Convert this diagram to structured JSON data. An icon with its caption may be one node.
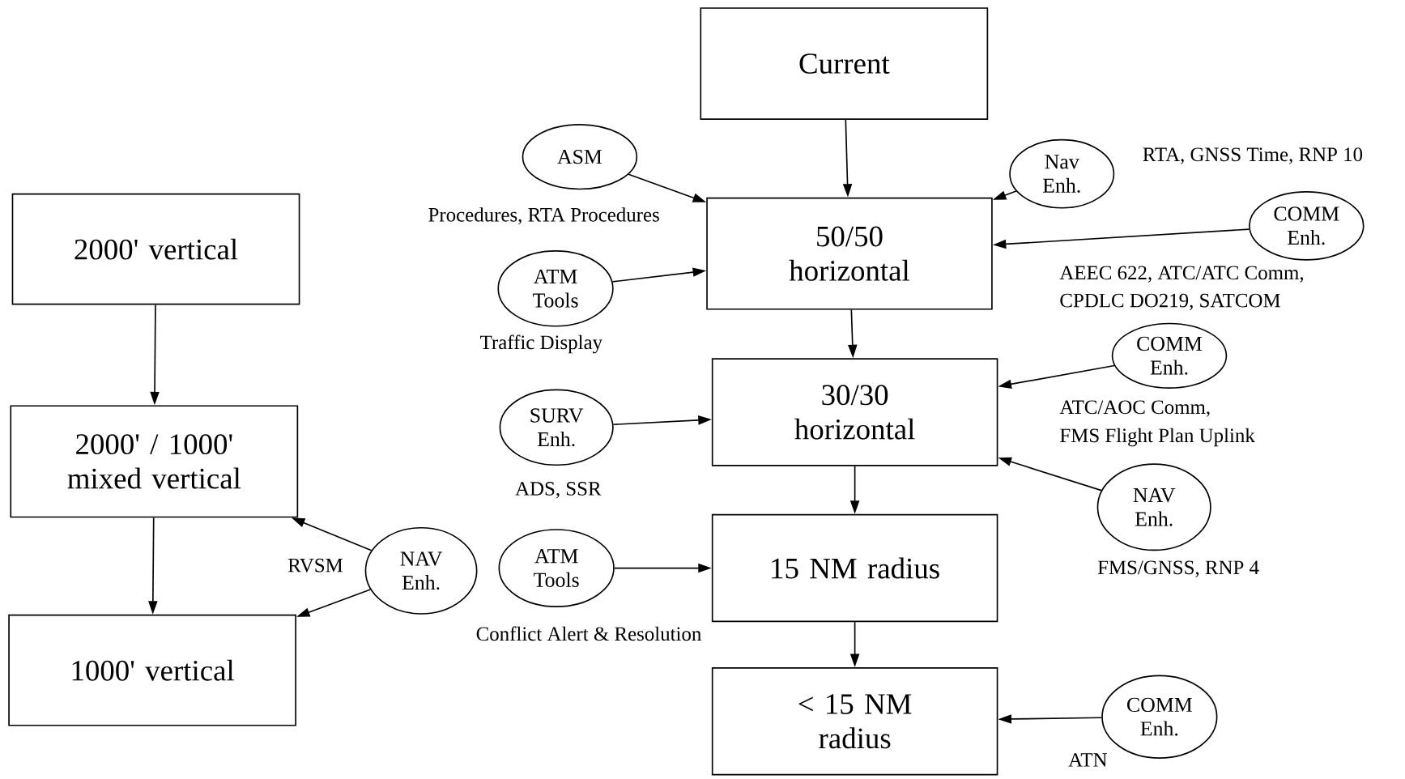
{
  "diagram": {
    "nodes": [
      {
        "text": [
          "Current"
        ]
      },
      {
        "text": [
          "ASM"
        ],
        "beside": [
          "Procedures, RTA Procedures"
        ]
      },
      {
        "text": [
          "50/50 horizontal"
        ]
      },
      {
        "text": [
          "Nav Enh."
        ],
        "beside": [
          "RTA, GNSS Time, RNP 10"
        ]
      },
      {
        "text": [
          "COMM Enh."
        ],
        "beside": [
          "AEEC 622, ATC/ATC Comm,",
          "CPDLC DO219, SATCOM"
        ]
      },
      {
        "text": [
          "ATM Tools"
        ],
        "beside": [
          "Traffic Display"
        ]
      },
      {
        "text": [
          "30/30 horizontal"
        ]
      },
      {
        "text": [
          "COMM Enh."
        ],
        "beside": [
          "ATC/AOC Comm,",
          "FMS Flight Plan Uplink"
        ]
      },
      {
        "text": [
          "SURV Enh."
        ],
        "beside": [
          "ADS, SSR"
        ]
      },
      {
        "text": [
          "NAV Enh."
        ],
        "beside": [
          "FMS/GNSS, RNP 4"
        ]
      },
      {
        "text": [
          "15 NM radius"
        ]
      },
      {
        "text": [
          "ATM Tools"
        ],
        "beside": [
          "Conflict Alert & Resolution"
        ]
      },
      {
        "text": [
          "< 15 NM radius"
        ]
      },
      {
        "text": [
          "COMM Enh."
        ],
        "beside": [
          "ATN"
        ]
      },
      {
        "text": [
          "2000' vertical"
        ]
      },
      {
        "text": [
          "2000' / 1000' mixed vertical"
        ]
      },
      {
        "text": [
          "1000' vertical"
        ]
      },
      {
        "text": [
          "NAV Enh."
        ],
        "beside": [
          "RVSM"
        ]
      }
    ],
    "edges": [
      {
        "from": 0,
        "to": 2,
        "arrow": "to"
      },
      {
        "from": 1,
        "to": 2,
        "arrow": "to"
      },
      {
        "from": 3,
        "to": 2,
        "arrow": "to"
      },
      {
        "from": 4,
        "to": 2,
        "arrow": "to"
      },
      {
        "from": 5,
        "to": 2,
        "arrow": "to"
      },
      {
        "from": 2,
        "to": 6,
        "arrow": "to"
      },
      {
        "from": 7,
        "to": 6,
        "arrow": "to"
      },
      {
        "from": 8,
        "to": 6,
        "arrow": "to"
      },
      {
        "from": 9,
        "to": 6,
        "arrow": "to"
      },
      {
        "from": 6,
        "to": 10,
        "arrow": "to"
      },
      {
        "from": 11,
        "to": 10,
        "arrow": "to"
      },
      {
        "from": 10,
        "to": 12,
        "arrow": "to"
      },
      {
        "from": 13,
        "to": 12,
        "arrow": "to"
      },
      {
        "from": 14,
        "to": 15,
        "arrow": "to"
      },
      {
        "from": 15,
        "to": 16,
        "arrow": "to"
      },
      {
        "from": 17,
        "to": 15,
        "arrow": "to"
      },
      {
        "from": 17,
        "to": 16,
        "arrow": "to"
      }
    ]
  }
}
